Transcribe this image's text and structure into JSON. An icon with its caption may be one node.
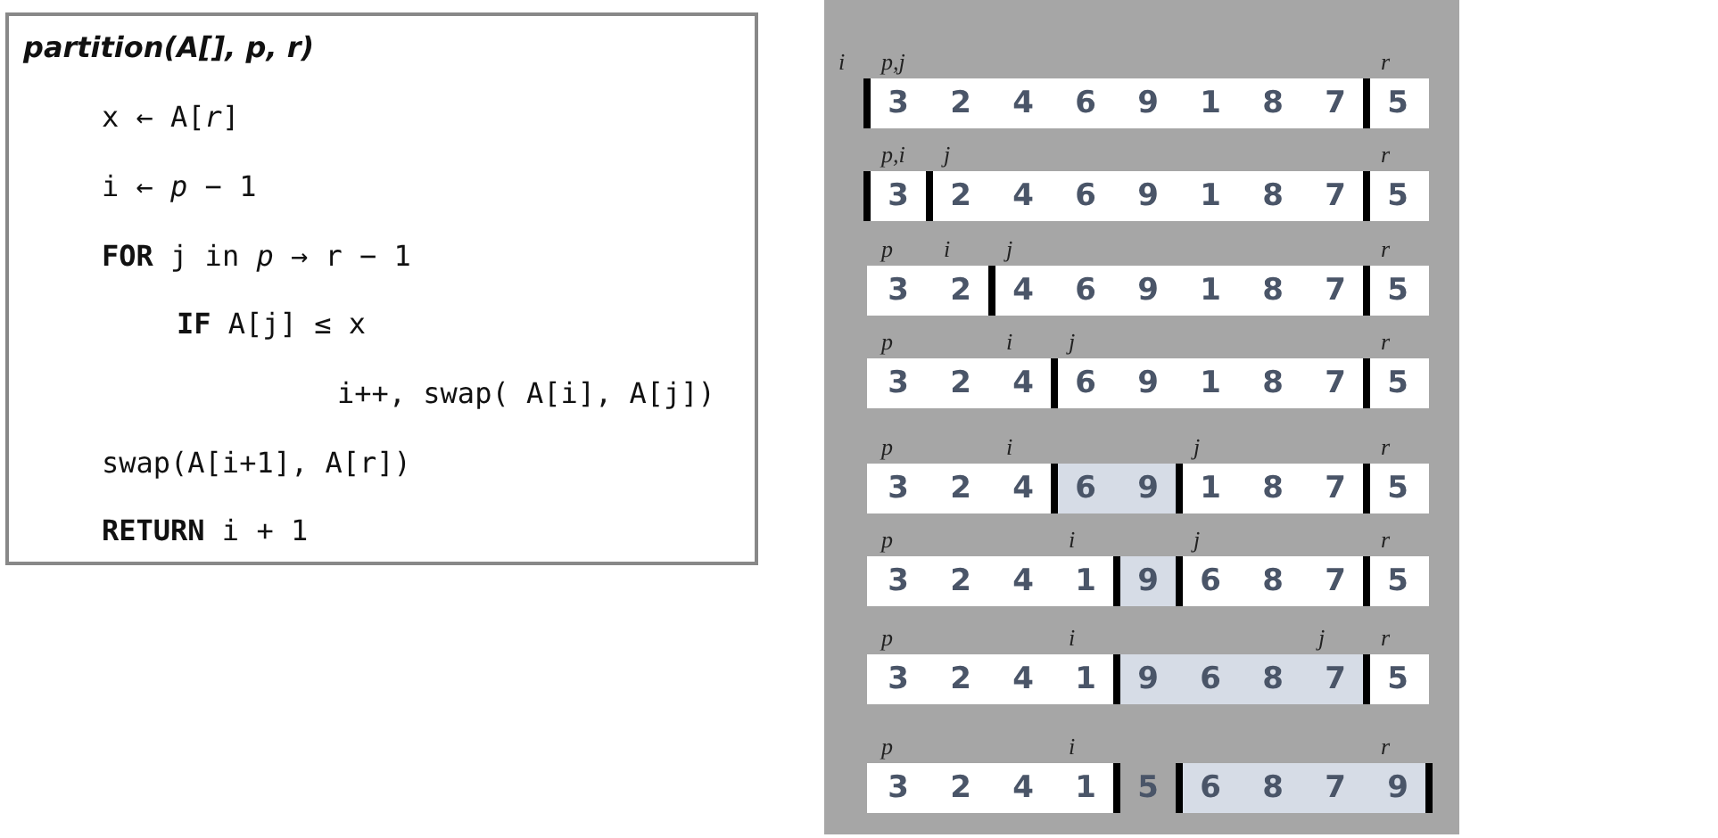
{
  "diagram": {
    "nodes": [
      {
        "text": [
          "partition(A[], p, r)",
          "x ← A[*r*]",
          "i ← *p* − 1",
          "**FOR** j in *p* → r − 1",
          "**IF** A[j] ≤ x",
          "i++,  swap( A[i], A[j])",
          "swap(A[i+1], A[r])",
          "**RETURN** i + 1"
        ]
      }
    ],
    "labels": [
      "i",
      "p,j",
      "r",
      "3",
      "2",
      "4",
      "6",
      "9",
      "1",
      "8",
      "7",
      "5",
      "p,i",
      "j",
      "r",
      "3",
      "2",
      "4",
      "6",
      "9",
      "1",
      "8",
      "7",
      "5",
      "p",
      "i",
      "j",
      "r",
      "3",
      "2",
      "4",
      "6",
      "9",
      "1",
      "8",
      "7",
      "5",
      "p",
      "i",
      "j",
      "r",
      "3",
      "2",
      "4",
      "6",
      "9",
      "1",
      "8",
      "7",
      "5",
      "p",
      "i",
      "j",
      "r",
      "3",
      "2",
      "4",
      "6",
      "9",
      "1",
      "8",
      "7",
      "5",
      "p",
      "i",
      "j",
      "r",
      "3",
      "2",
      "4",
      "1",
      "9",
      "6",
      "8",
      "7",
      "5",
      "p",
      "i",
      "j",
      "r",
      "3",
      "2",
      "4",
      "1",
      "9",
      "6",
      "8",
      "7",
      "5",
      "p",
      "i",
      "r",
      "3",
      "2",
      "4",
      "1",
      "5",
      "6",
      "8",
      "7",
      "9"
    ]
  }
}
